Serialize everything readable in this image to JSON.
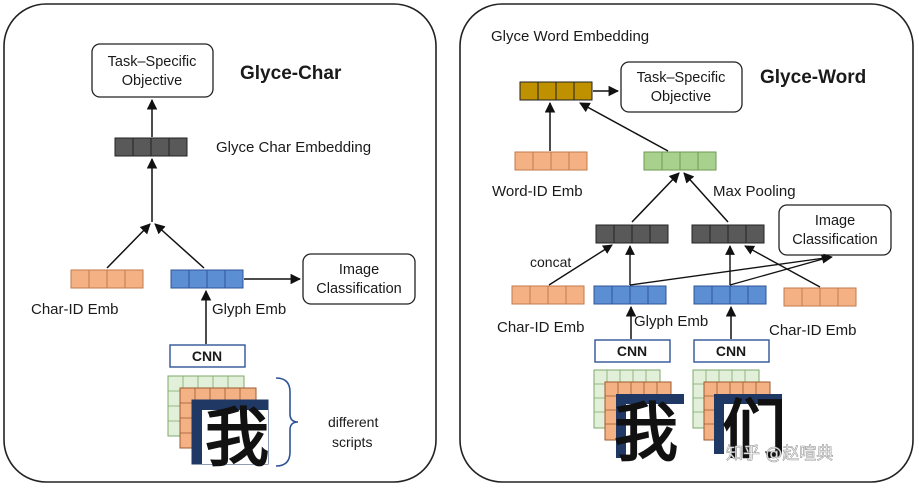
{
  "colors": {
    "char_id_emb": "#f4b183",
    "glyph_emb": "#5b8ed2",
    "char_emb_dark": "#595959",
    "word_emb_gold": "#bf9000",
    "max_pool_green": "#a9d18e",
    "cnn_border": "#2f5597",
    "script_layer_light": "#e2f0d9",
    "script_layer_peach": "#f4b183",
    "script_layer_dark": "#1f3864"
  },
  "left_panel": {
    "title": "Glyce-Char",
    "objective_box": {
      "line1": "Task–Specific",
      "line2": "Objective"
    },
    "char_embedding_label": "Glyce Char Embedding",
    "char_id_label": "Char-ID Emb",
    "glyph_label": "Glyph Emb",
    "image_class_box": {
      "line1": "Image",
      "line2": "Classification"
    },
    "cnn_label": "CNN",
    "glyph_char": "我",
    "scripts_label": {
      "line1": "different",
      "line2": "scripts"
    }
  },
  "right_panel": {
    "header": "Glyce Word Embedding",
    "title": "Glyce-Word",
    "objective_box": {
      "line1": "Task–Specific",
      "line2": "Objective"
    },
    "word_id_label": "Word-ID Emb",
    "max_pooling_label": "Max Pooling",
    "concat_label": "concat",
    "image_class_box": {
      "line1": "Image",
      "line2": "Classification"
    },
    "char_id_left_label": "Char-ID Emb",
    "glyph_label": "Glyph Emb",
    "char_id_right_label": "Char-ID Emb",
    "cnn_left_label": "CNN",
    "cnn_right_label": "CNN",
    "glyph_char_left": "我",
    "glyph_char_right": "们"
  },
  "watermark": "知乎 @赵喧典",
  "icons": {
    "arrow": "arrow-icon",
    "brace": "right-brace-icon"
  }
}
